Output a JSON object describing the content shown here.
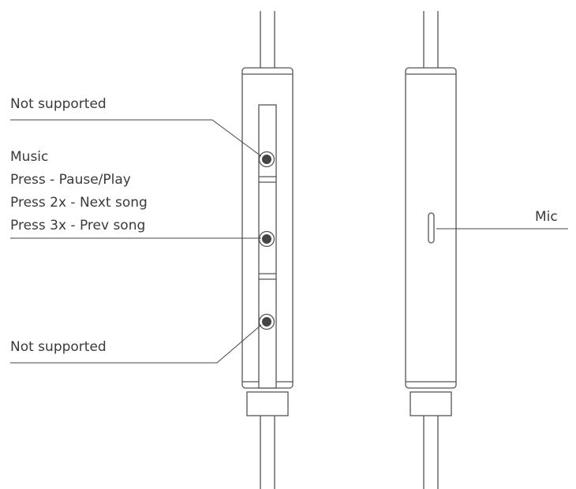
{
  "labels": {
    "top_unsupported": "Not supported",
    "music_heading": "Music",
    "press_once": "Press - Pause/Play",
    "press_twice": "Press 2x - Next song",
    "press_thrice": "Press 3x - Prev song",
    "bottom_unsupported": "Not supported",
    "mic": "Mic"
  },
  "colors": {
    "line": "#555555",
    "button_fill": "#444444",
    "text": "#3a3a3a"
  }
}
